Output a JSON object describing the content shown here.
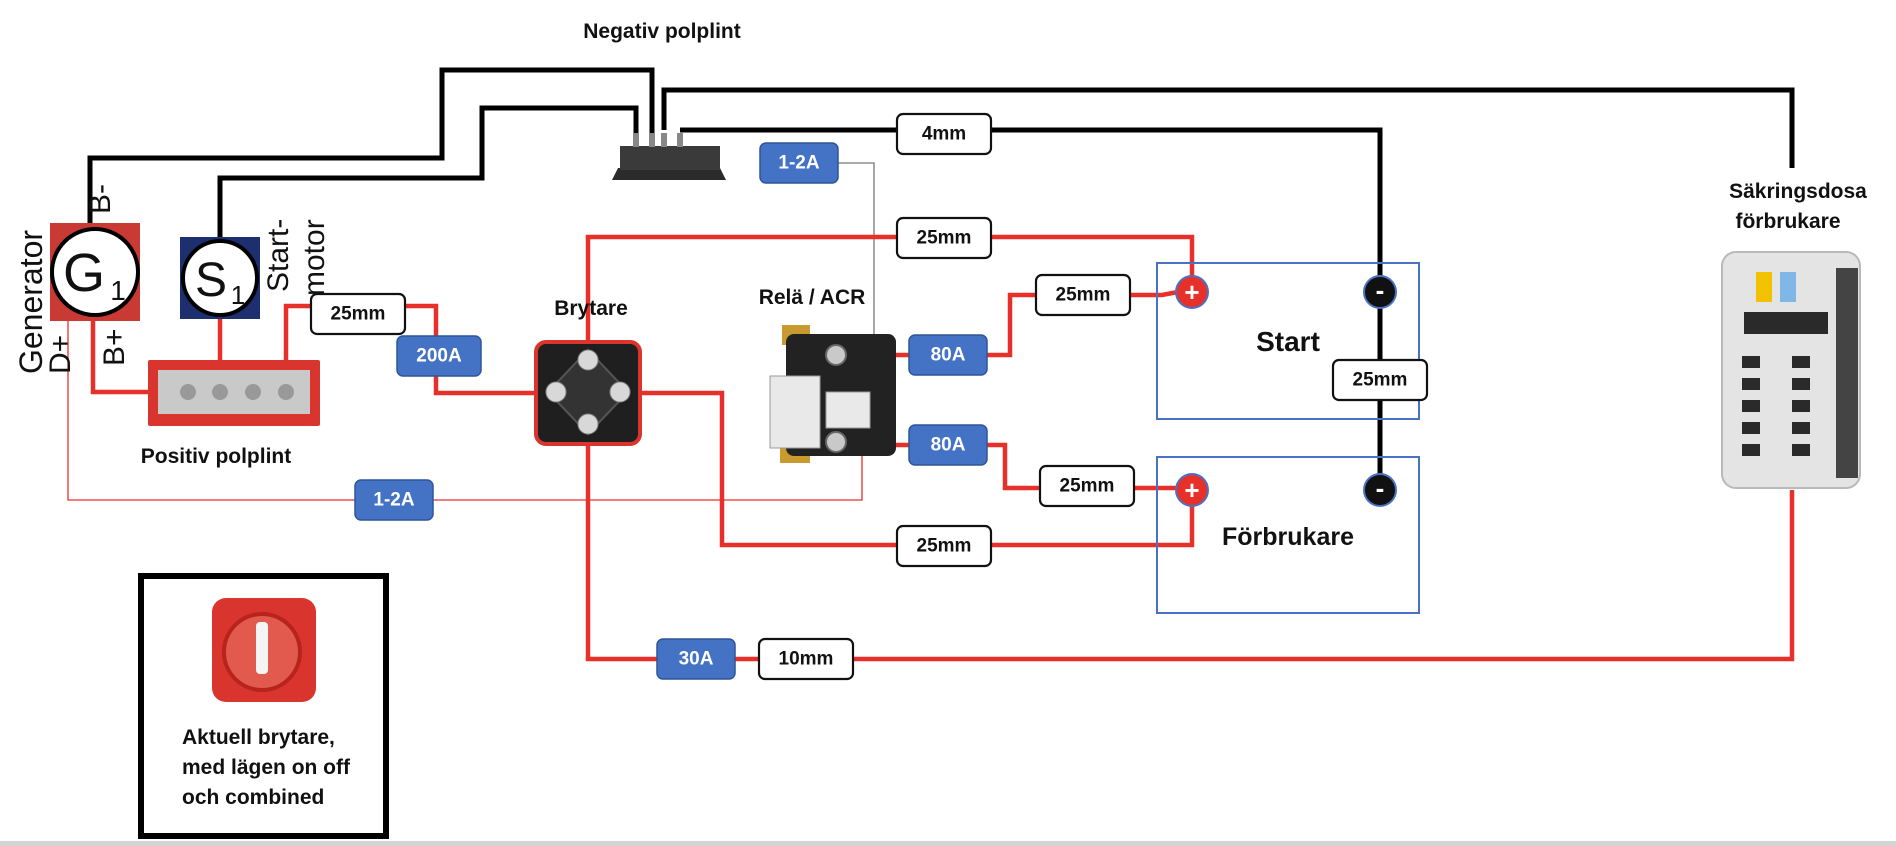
{
  "labels": {
    "negativ_polplint": "Negativ polplint",
    "sakringsdosa_line1": "Säkringsdosa",
    "sakringsdosa_line2": "förbrukare",
    "generator_word": "Generator",
    "gen_bminus": "B-",
    "gen_dplus": "D+",
    "gen_bplus": "B+",
    "gen_symbol": "G",
    "gen_sub": "1",
    "start_symbol": "S",
    "start_sub": "1",
    "startmotor_line1": "Start-",
    "startmotor_line2": "motor",
    "positiv_polplint": "Positiv polplint",
    "brytare": "Brytare",
    "rela_acr": "Relä / ACR",
    "battery_start": "Start",
    "battery_forbrukare": "Förbrukare",
    "note_line1": "Aktuell brytare,",
    "note_line2": "med lägen on off",
    "note_line3": "och combined",
    "plus_sign": "+",
    "minus_sign": "-"
  },
  "cable_labels": {
    "neg_start": "4mm",
    "top_pos_start": "25mm",
    "acr_to_start": "25mm",
    "batt_neg_link": "25mm",
    "gen_to_positive": "25mm",
    "acr_to_forbrukare": "25mm",
    "brytare_to_forbrukare": "25mm",
    "fusebox_feed": "10mm"
  },
  "fuse_labels": {
    "neg_sense": "1-2A",
    "positive_main": "200A",
    "acr_start": "80A",
    "acr_forbrukare": "80A",
    "dplus_sense": "1-2A",
    "fusebox_feed": "30A"
  },
  "colors": {
    "positive_wire": "#e8302a",
    "negative_wire": "#000000",
    "fuse_box": "#4472c4",
    "battery_outline": "#4a72c4"
  }
}
